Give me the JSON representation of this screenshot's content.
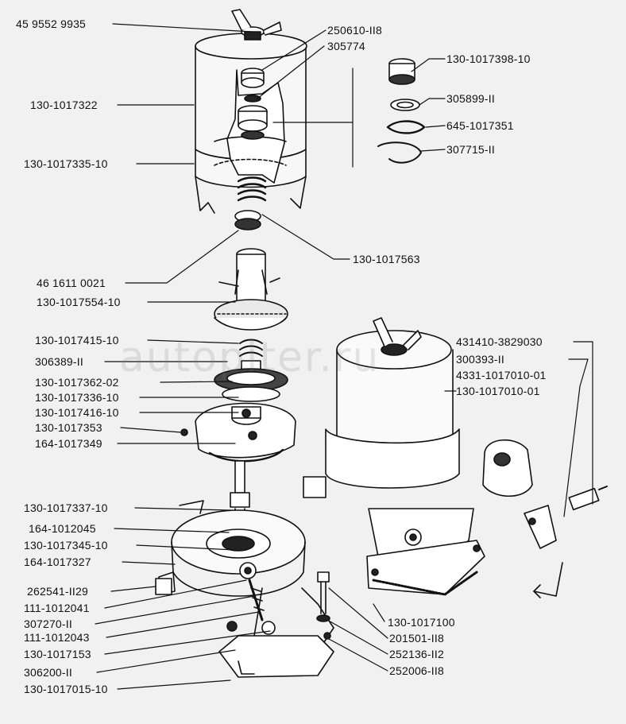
{
  "watermark": "autopiter.ru",
  "labels_left": [
    "45 9552 9935",
    "130-1017322",
    "130-1017335-10",
    "46 1611 0021",
    "130-1017554-10",
    "130-1017415-10",
    "306389-II",
    "130-1017362-02",
    "130-1017336-10",
    "130-1017416-10",
    "130-1017353",
    "164-1017349",
    "130-1017337-10",
    "164-1012045",
    "130-1017345-10",
    "164-1017327",
    "262541-II29",
    "111-1012041",
    "307270-II",
    "111-1012043",
    "130-1017153",
    "306200-II",
    "130-1017015-10"
  ],
  "labels_right": [
    "250610-II8",
    "305774",
    "130-1017398-10",
    "305899-II",
    "645-1017351",
    "307715-II",
    "130-1017563",
    "431410-3829030",
    "300393-II",
    "4331-1017010-01",
    "130-1017010-01",
    "130-1017100",
    "201501-II8",
    "252136-II2",
    "252006-II8"
  ]
}
